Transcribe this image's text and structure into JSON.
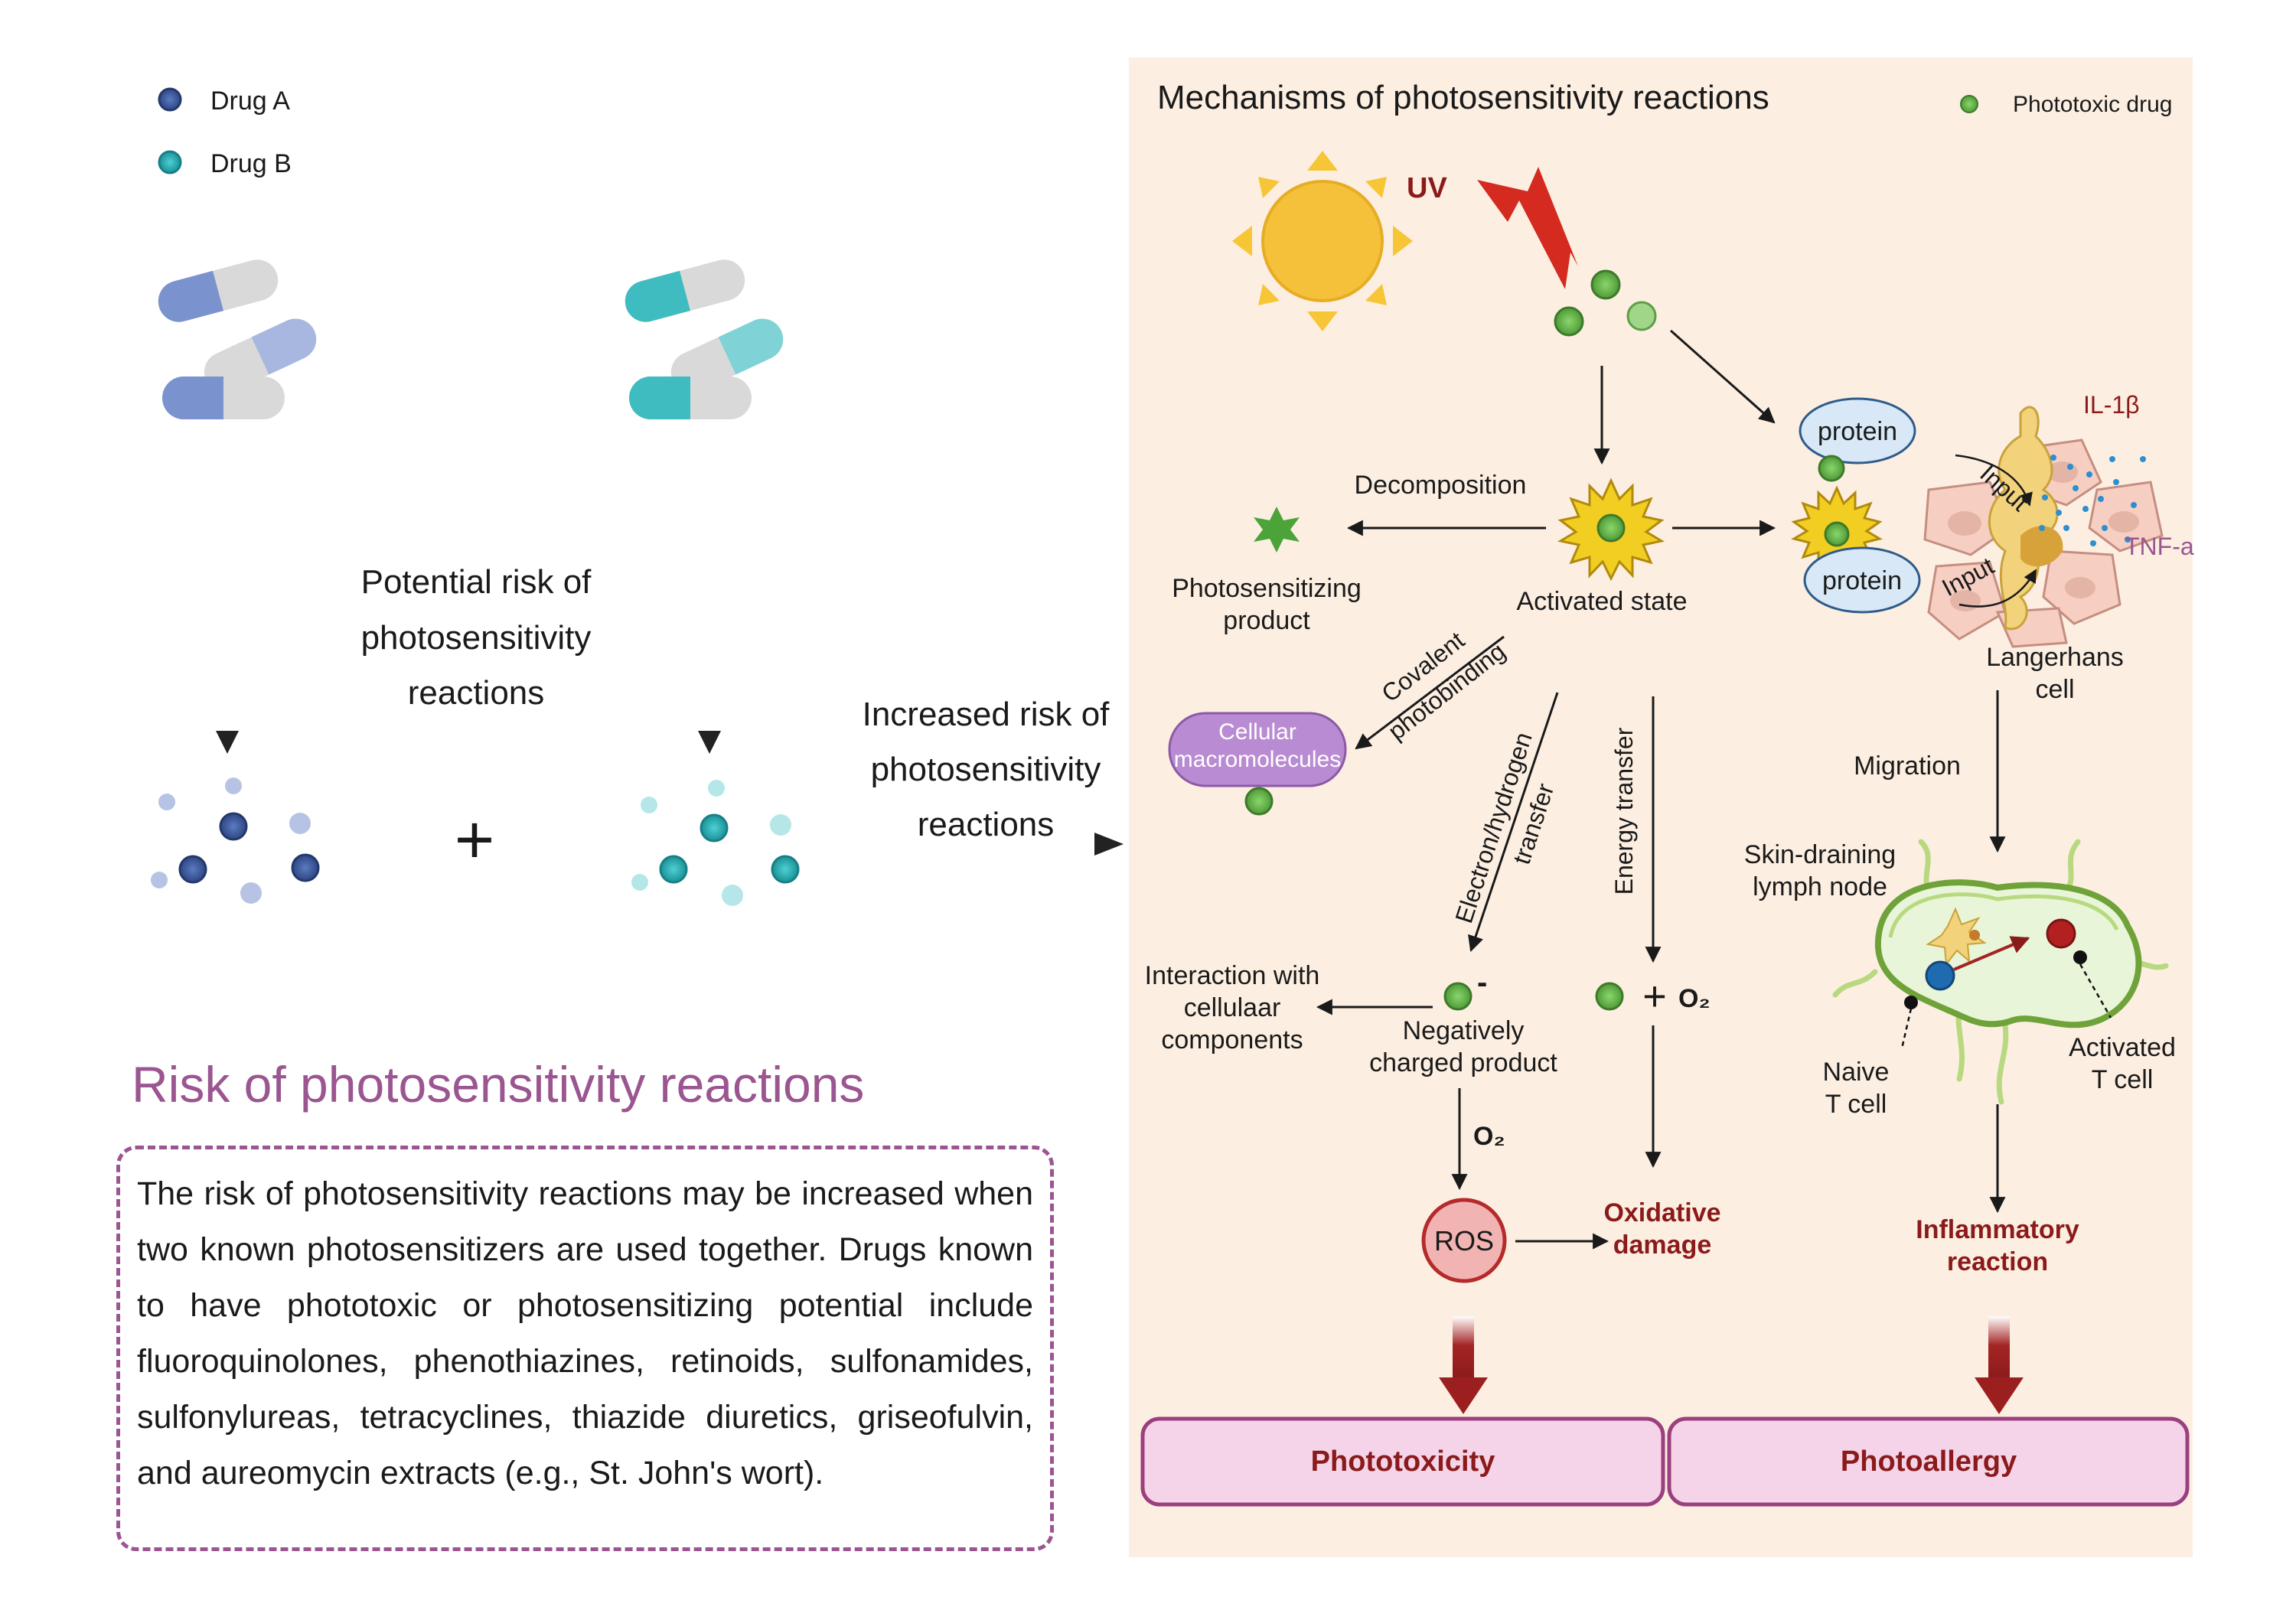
{
  "legend_left": {
    "drug_a": "Drug A",
    "drug_b": "Drug B"
  },
  "left_panel": {
    "potential_risk": [
      "Potential risk of",
      "photosensitivity",
      "reactions"
    ],
    "increased_risk": [
      "Increased risk of",
      "photosensitivity",
      "reactions"
    ],
    "plus": "+"
  },
  "risk_section": {
    "title": "Risk of photosensitivity reactions",
    "body": "The risk of photosensitivity reactions may be increased when two known photosensitizers are used together. Drugs known to have phototoxic or photosensitizing potential include fluoroquinolones, phenothiazines, retinoids, sulfonamides, sulfonylureas, tetracyclines, thiazide diuretics, griseofulvin, and aureomycin extracts (e.g., St. John's wort)."
  },
  "mechanisms": {
    "title": "Mechanisms of photosensitivity reactions",
    "legend_phototoxic": "Phototoxic drug",
    "uv": "UV",
    "decomposition": "Decomposition",
    "photosensitizing_product": [
      "Photosensitizing",
      "product"
    ],
    "activated_state": "Activated state",
    "covalent": [
      "Covalent",
      "photobinding"
    ],
    "cellular_macromolecules": [
      "Cellular",
      "macromolecules"
    ],
    "electron_transfer": [
      "Electron/hydrogen",
      "transfer"
    ],
    "energy_transfer": "Energy transfer",
    "interaction": [
      "Interaction with",
      "cellulaar",
      "components"
    ],
    "negatively_charged": [
      "Negatively",
      "charged product"
    ],
    "minus": "-",
    "o2": "O₂",
    "plus": "+",
    "ros": "ROS",
    "oxidative_damage": [
      "Oxidative",
      "damage"
    ],
    "phototoxicity": "Phototoxicity",
    "protein": "protein",
    "input": "Input",
    "il1b": "IL-1β",
    "tnfa": "TNF-a",
    "langerhans": [
      "Langerhans",
      "cell"
    ],
    "migration": "Migration",
    "lymph_node": [
      "Skin-draining",
      "lymph node"
    ],
    "naive": [
      "Naive",
      "T cell"
    ],
    "activated_t": [
      "Activated",
      "T cell"
    ],
    "inflammatory": [
      "Inflammatory",
      "reaction"
    ],
    "photoallergy": "Photoallergy"
  },
  "colors": {
    "drug_a": "#3d5a9e",
    "drug_b": "#2ab0b5",
    "phototoxic_drug": "#6cbf4f",
    "panel_bg": "#fcefe2",
    "accent_purple": "#9b5591",
    "dark_red": "#8b1a1a",
    "outcome_box": "#f5d3e8"
  },
  "icons": [
    "drug-a-capsule",
    "drug-b-capsule",
    "sun",
    "lightning",
    "star-product",
    "langerhans-cell",
    "lymph-node"
  ]
}
